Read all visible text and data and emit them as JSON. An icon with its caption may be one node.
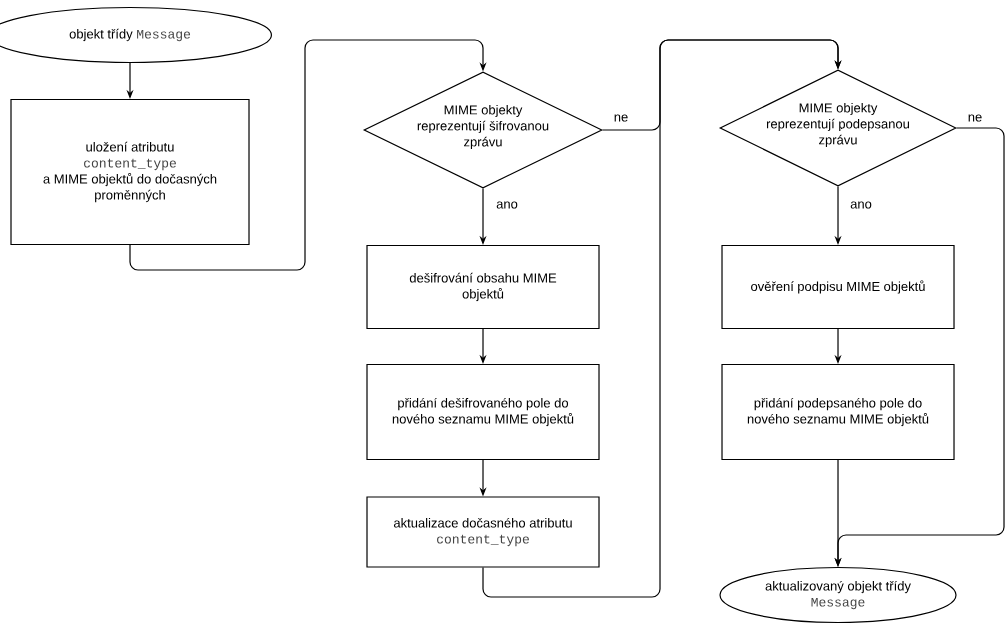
{
  "diagram": {
    "nodes": [
      {
        "text": [
          "objekt třídy",
          "Message"
        ]
      },
      {
        "text": [
          "uložení atributu",
          "content_type",
          "a MIME objektů do dočasných proměnných"
        ]
      },
      {
        "text": [
          "MIME objekty reprezentují šifrovanou zprávu"
        ]
      },
      {
        "text": [
          "dešifrování obsahu MIME objektů"
        ]
      },
      {
        "text": [
          "přidání dešifrovaného pole do nového seznamu MIME objektů"
        ]
      },
      {
        "text": [
          "aktualizace dočasného atributu",
          "content_type"
        ]
      },
      {
        "text": [
          "MIME objekty reprezentují podepsanou zprávu"
        ]
      },
      {
        "text": [
          "ověření podpisu MIME objektů"
        ]
      },
      {
        "text": [
          "přidání podepsaného pole do nového seznamu MIME objektů"
        ]
      },
      {
        "text": [
          "aktualizovaný objekt třídy",
          "Message"
        ]
      }
    ],
    "edges": [
      {
        "from": 0,
        "to": 1,
        "arrow": "to"
      },
      {
        "from": 1,
        "to": 2,
        "arrow": "to"
      },
      {
        "from": 2,
        "to": 3,
        "arrow": "to",
        "label": "ano"
      },
      {
        "from": 3,
        "to": 4,
        "arrow": "to"
      },
      {
        "from": 4,
        "to": 5,
        "arrow": "to"
      },
      {
        "from": 5,
        "to": 6,
        "arrow": "to"
      },
      {
        "from": 2,
        "to": 6,
        "arrow": "to",
        "label": "ne"
      },
      {
        "from": 6,
        "to": 7,
        "arrow": "to",
        "label": "ano"
      },
      {
        "from": 7,
        "to": 8,
        "arrow": "to"
      },
      {
        "from": 8,
        "to": 9,
        "arrow": "to"
      },
      {
        "from": 6,
        "to": 9,
        "arrow": "to",
        "label": "ne"
      }
    ]
  }
}
